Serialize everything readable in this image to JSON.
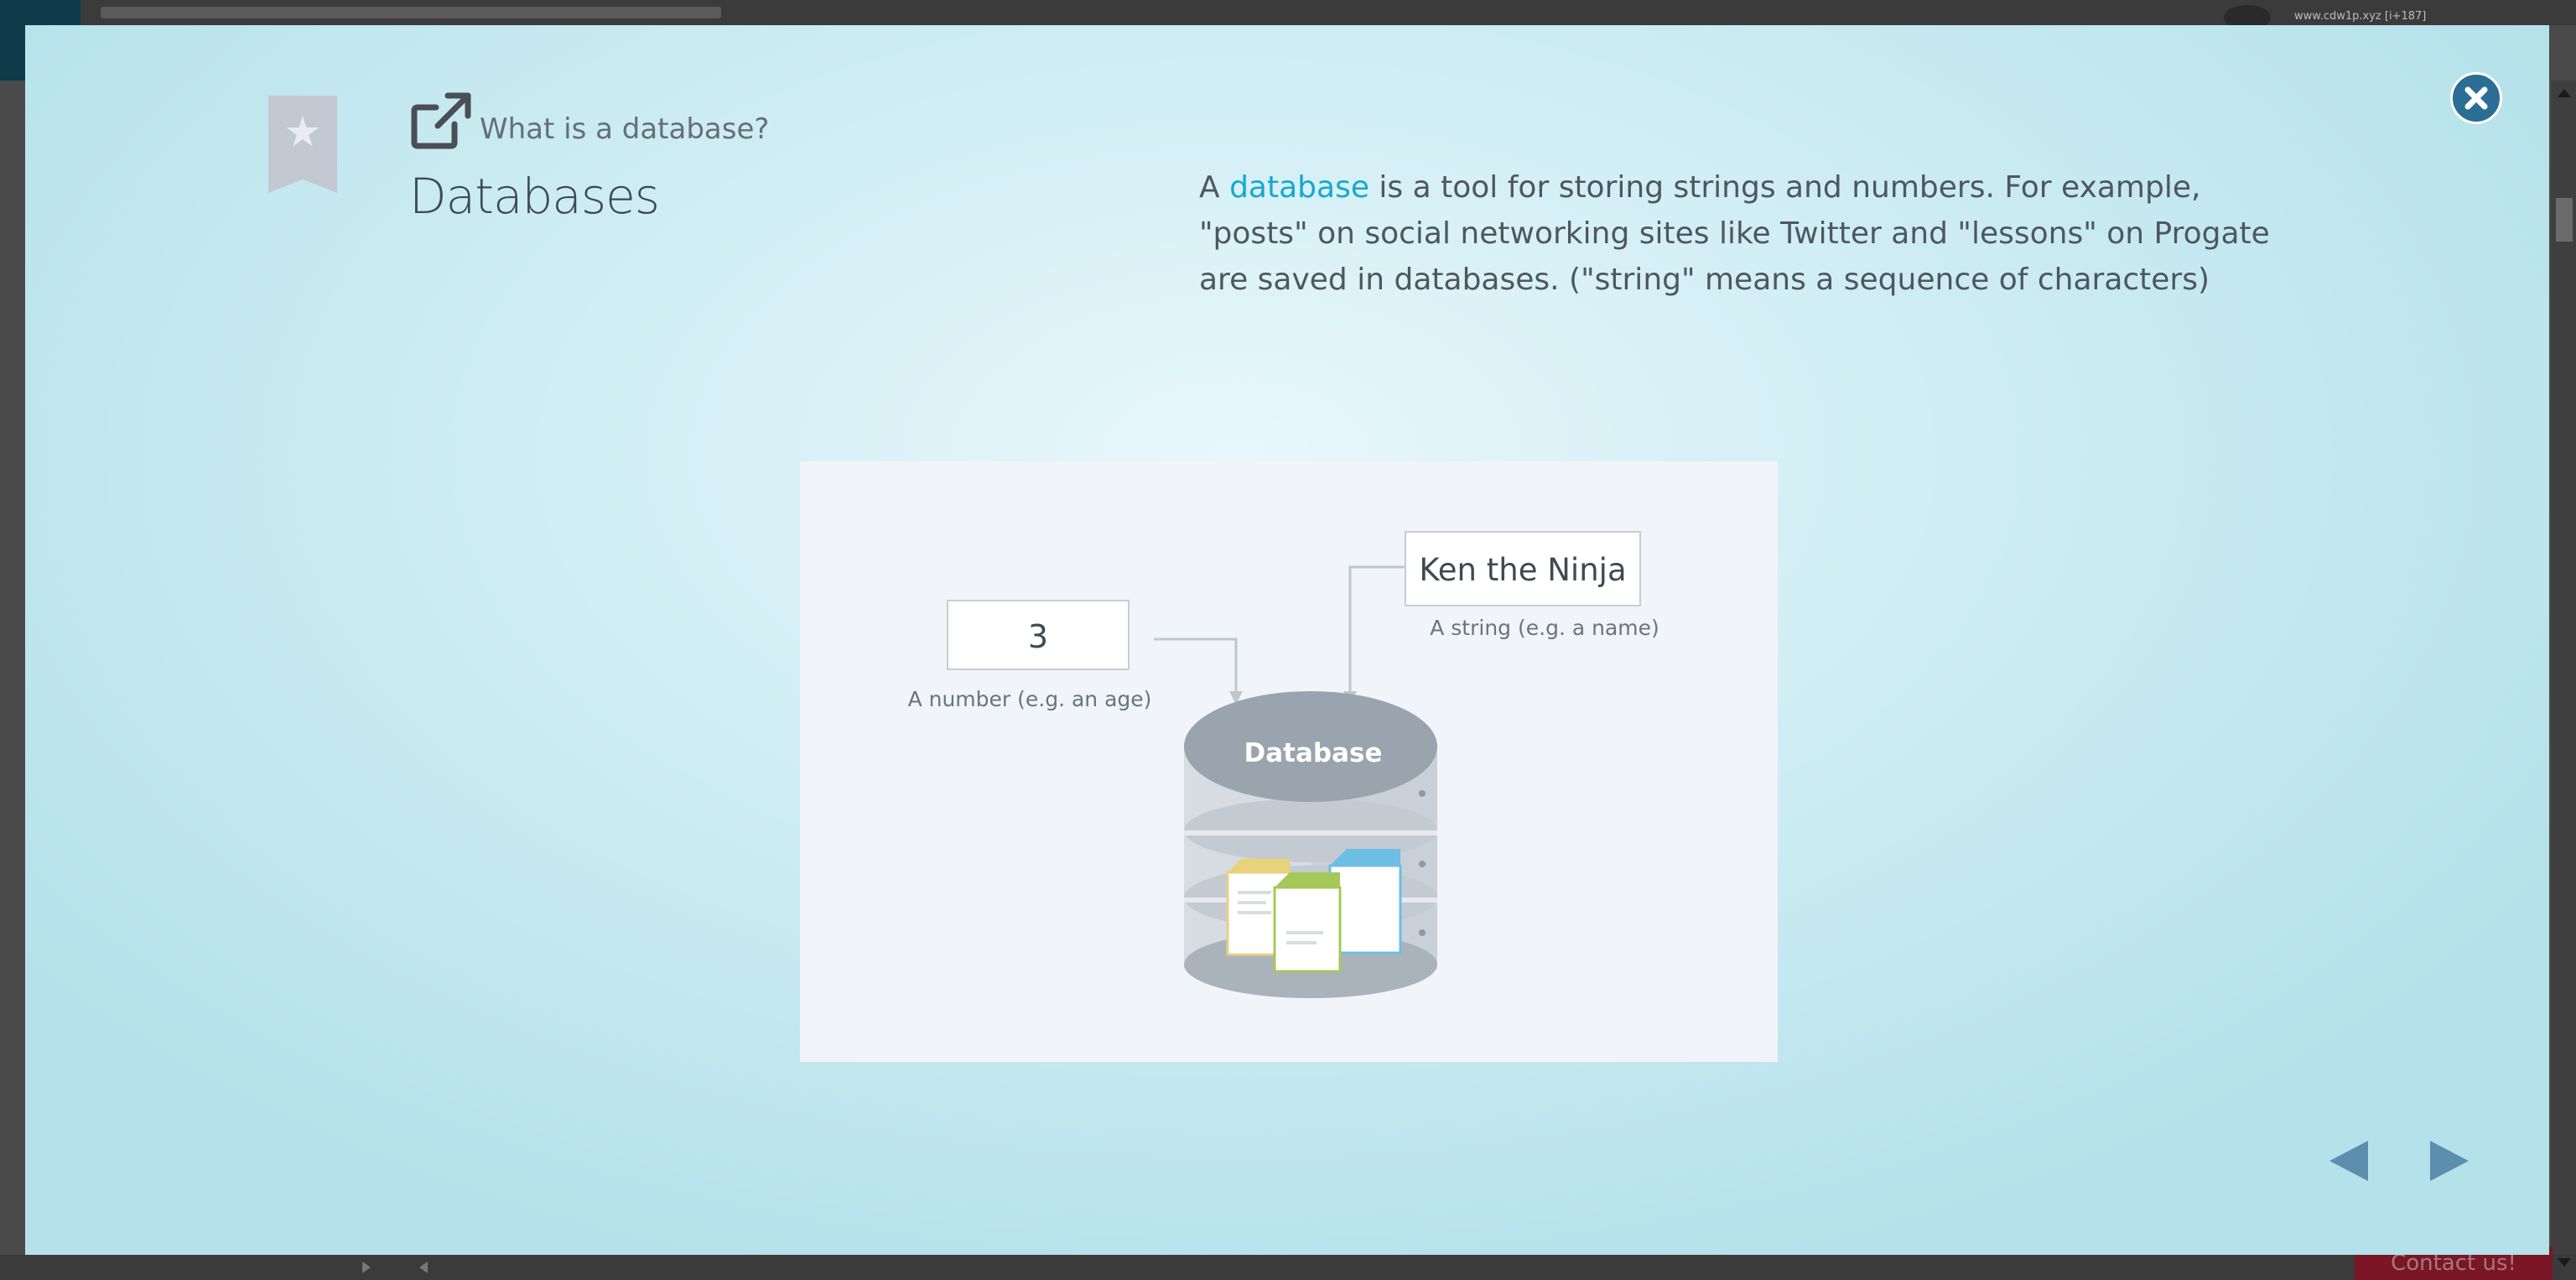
{
  "background": {
    "url_text": "www.cdw1p.xyz [i+187]",
    "contact_label": "Contact us!"
  },
  "modal": {
    "subtitle": "What is a database?",
    "title": "Databases",
    "description": {
      "prefix": "A ",
      "keyword": "database",
      "rest": " is a tool for storing strings and numbers. For example, \"posts\" on social networking sites like Twitter and \"lessons\" on Progate are saved in databases. (\"string\" means a sequence of characters)"
    },
    "figure": {
      "number_value": "3",
      "number_caption": "A number (e.g. an age)",
      "string_value": "Ken the Ninja",
      "string_caption": "A string (e.g. a name)",
      "database_label": "Database"
    }
  },
  "colors": {
    "keyword": "#16a8cf",
    "close_button": "#2b6e95",
    "nav_arrows": "#5c8fae",
    "bookmark": "#c2c8d2"
  },
  "icons": {
    "bookmark": "bookmark-star-icon",
    "external": "external-link-icon",
    "close": "close-icon",
    "prev": "prev-arrow-icon",
    "next": "next-arrow-icon"
  }
}
